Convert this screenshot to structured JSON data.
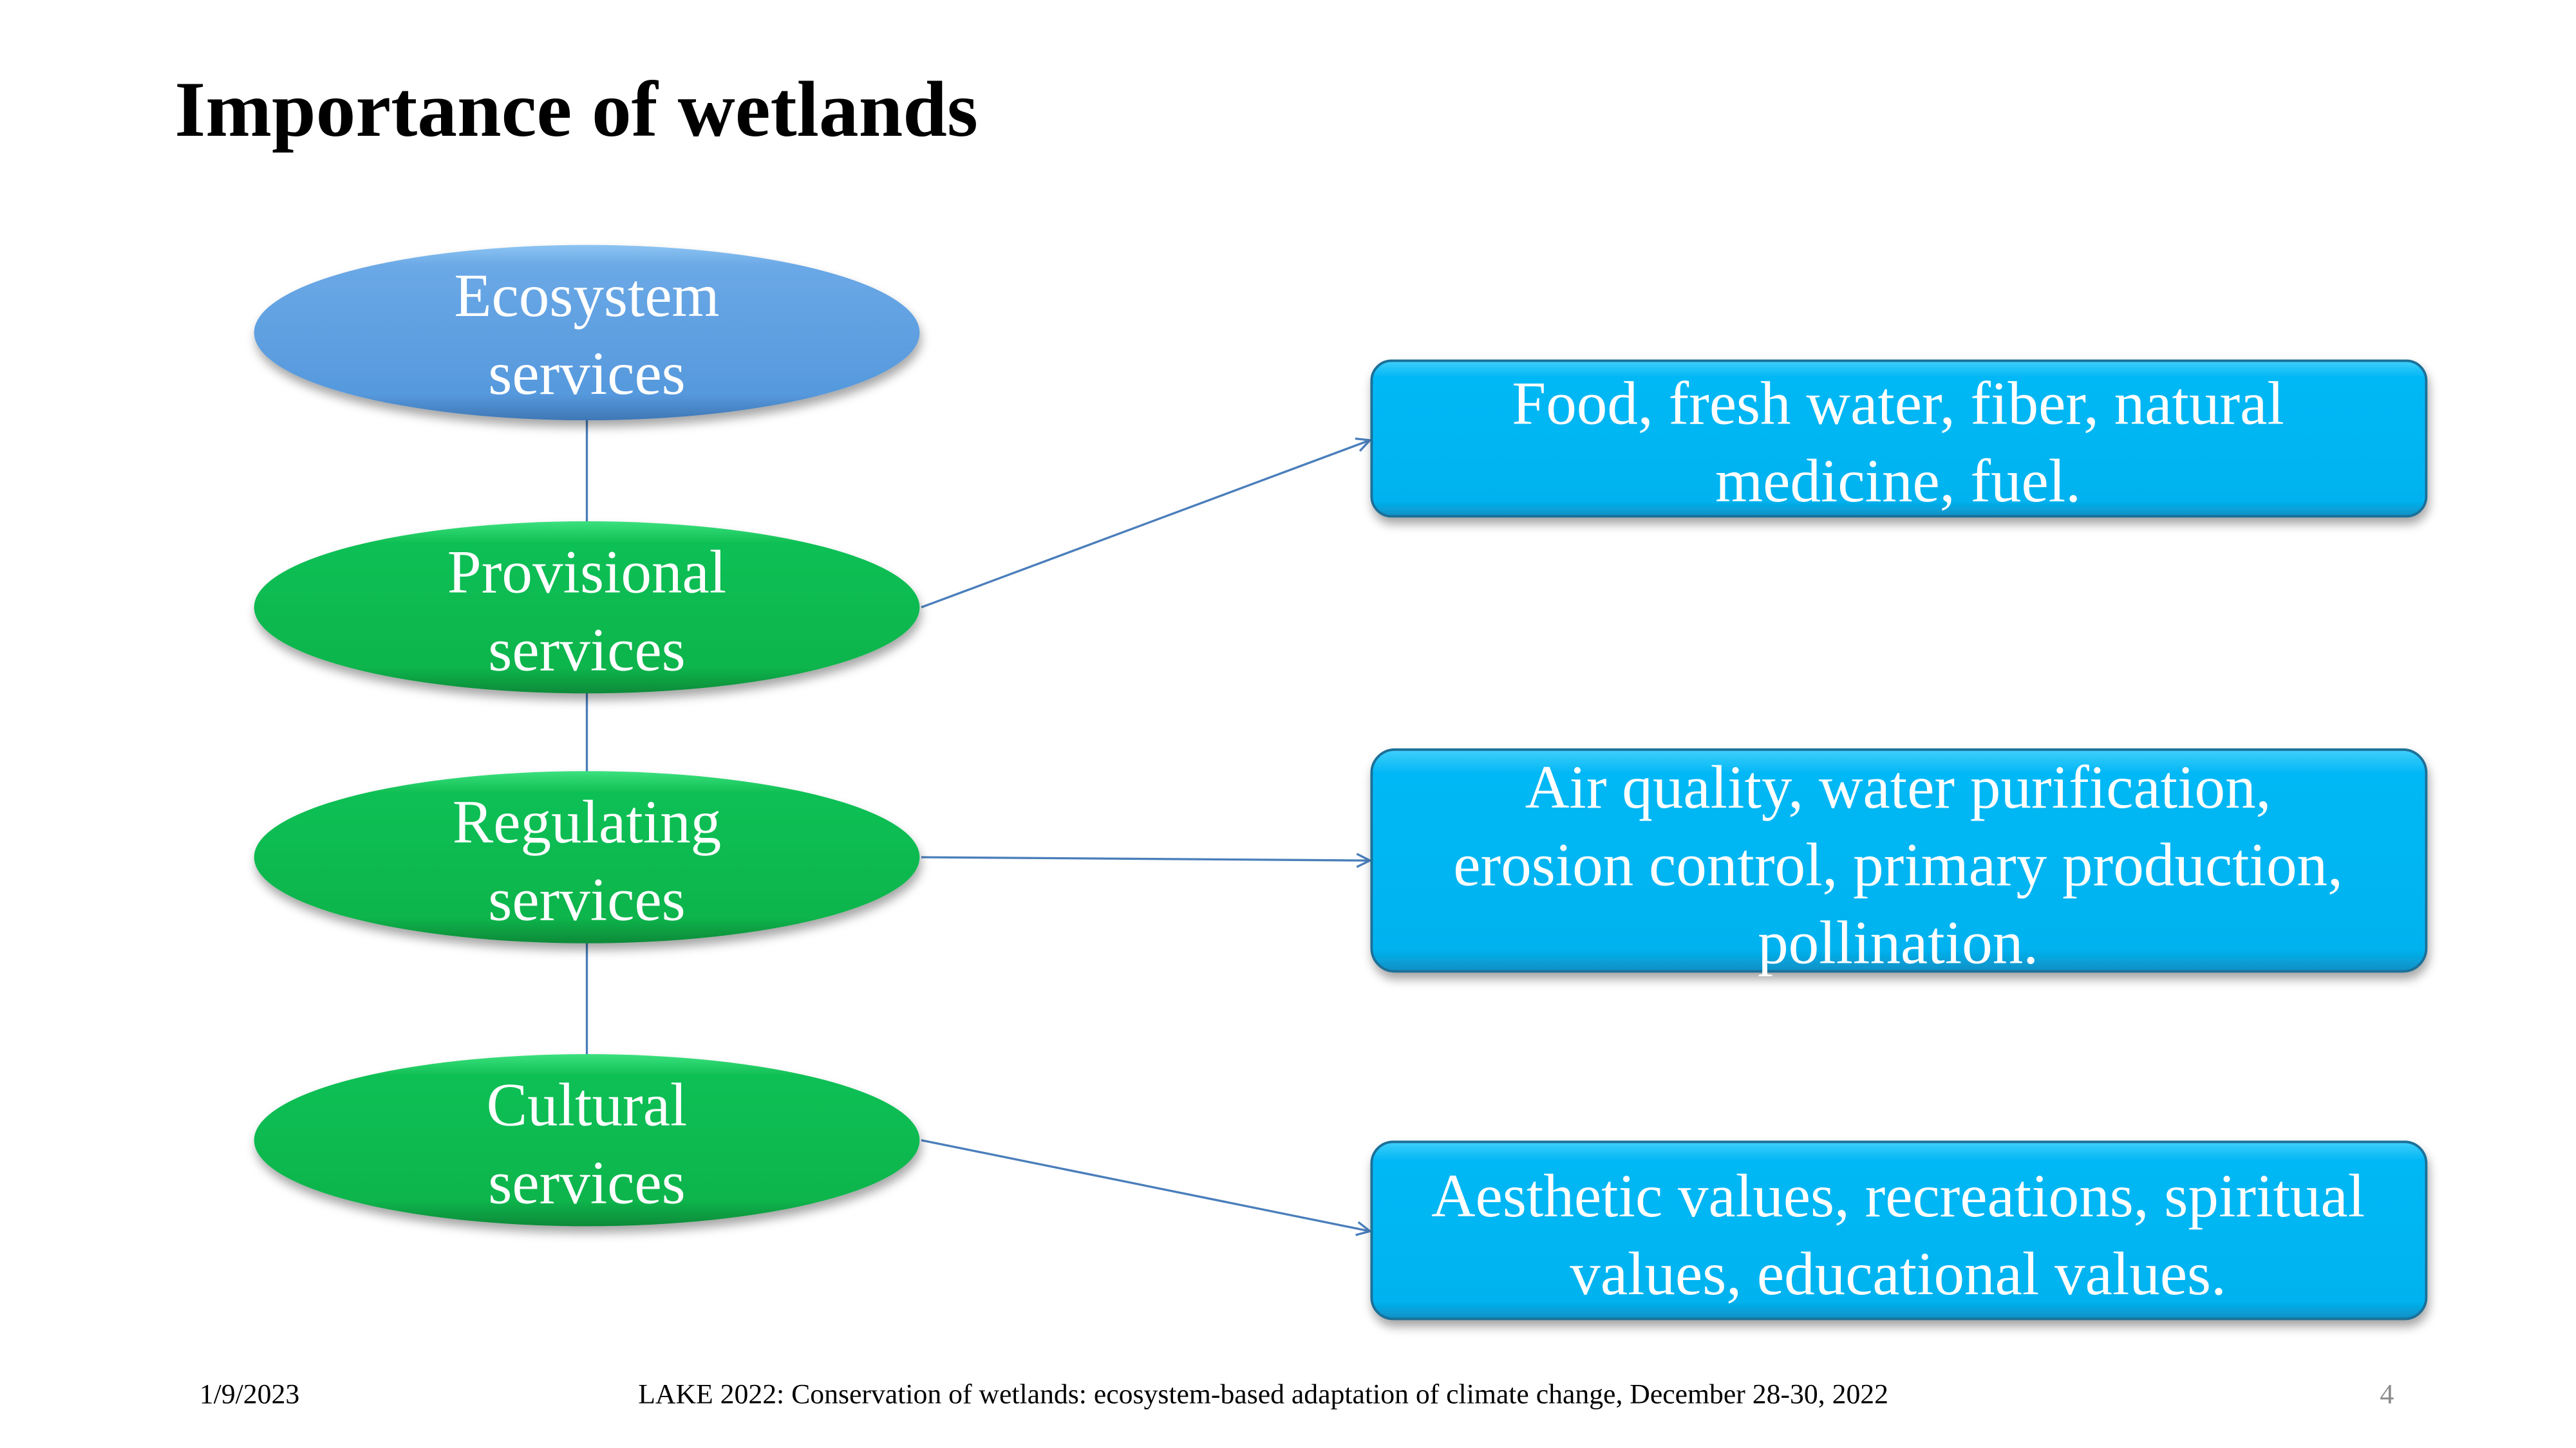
{
  "slide": {
    "title": "Importance of wetlands",
    "nodes": [
      {
        "lines": [
          "Ecosystem",
          "services"
        ],
        "color": "#5B9BD5"
      },
      {
        "lines": [
          "Provisional",
          "services"
        ],
        "color": "#0DB84E"
      },
      {
        "lines": [
          "Regulating",
          "services"
        ],
        "color": "#0DB84E"
      },
      {
        "lines": [
          "Cultural",
          "services"
        ],
        "color": "#0DB84E"
      }
    ],
    "boxes": [
      {
        "lines": [
          "Food, fresh water, fiber, natural",
          "medicine, fuel."
        ]
      },
      {
        "lines": [
          "Air quality, water purification,",
          "erosion control, primary production,",
          "pollination."
        ]
      },
      {
        "lines": [
          "Aesthetic values, recreations, spiritual",
          "values, educational values."
        ]
      }
    ],
    "box_color": "#05B8F5",
    "connector_color": "#4A7EBB"
  },
  "footer": {
    "date": "1/9/2023",
    "caption": "LAKE 2022: Conservation of wetlands: ecosystem-based adaptation of climate change, December 28-30, 2022",
    "page_number": "4"
  }
}
